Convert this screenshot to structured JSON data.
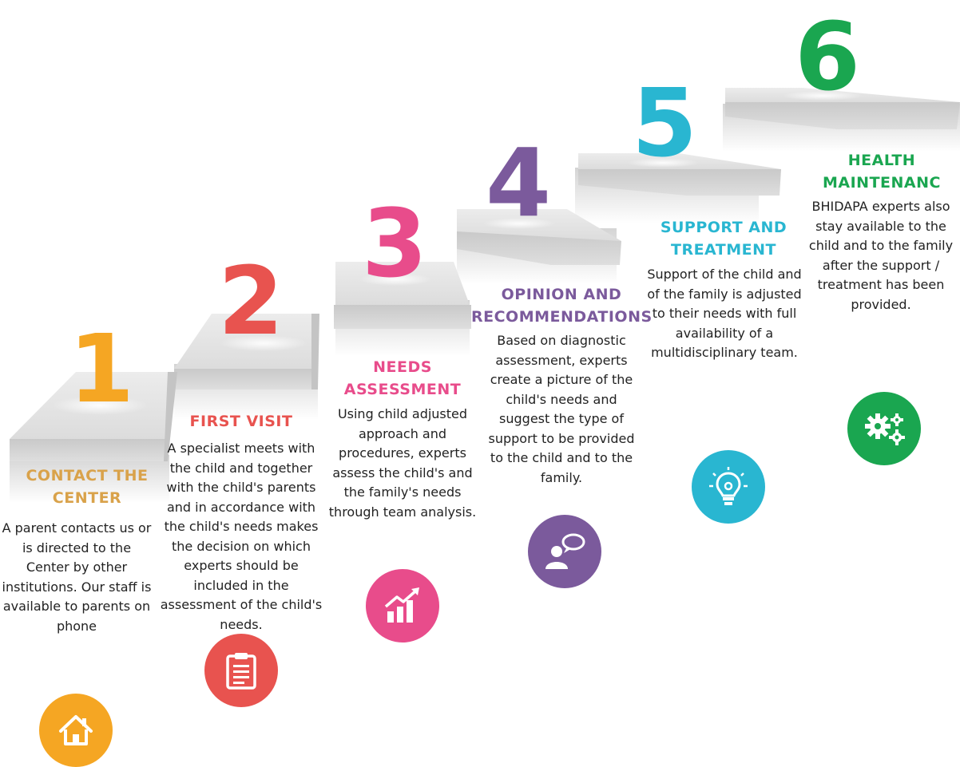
{
  "steps": [
    {
      "number": "1",
      "title": "CONTACT THE CENTER",
      "description": "A parent contacts us or is directed to the Center by other institutions. Our staff is available to parents on phone",
      "color": "#f5a623",
      "title_color": "#d9a24a",
      "icon": "home-icon"
    },
    {
      "number": "2",
      "title": "FIRST VISIT",
      "description": "A specialist meets with the child and together with the child's parents and in accordance with the child's needs makes the decision on which experts should be included in the assessment of the child's needs.",
      "color": "#e8534f",
      "icon": "clipboard-icon"
    },
    {
      "number": "3",
      "title": "NEEDS ASSESSMENT",
      "description": "Using child adjusted approach and procedures, experts assess the child's and the family's needs through team analysis.",
      "color": "#e84c8b",
      "icon": "growth-chart-icon"
    },
    {
      "number": "4",
      "title": "OPINION AND RECOMMENDATIONS",
      "description": "Based on diagnostic assessment, experts create a picture of the child's needs and suggest the type of support to be provided to the child and to the family.",
      "color": "#7b5a9c",
      "icon": "person-speech-icon"
    },
    {
      "number": "5",
      "title": "SUPPORT AND TREATMENT",
      "description": "Support of the child and of the family is adjusted to their needs with full availability of a multidisciplinary team.",
      "color": "#29b6d1",
      "icon": "lightbulb-icon"
    },
    {
      "number": "6",
      "title": "HEALTH MAINTENANC",
      "description": "BHIDAPA experts also stay available to the child and to the family after the support / treatment has been provided.",
      "color": "#1aa650",
      "icon": "gears-icon"
    }
  ]
}
